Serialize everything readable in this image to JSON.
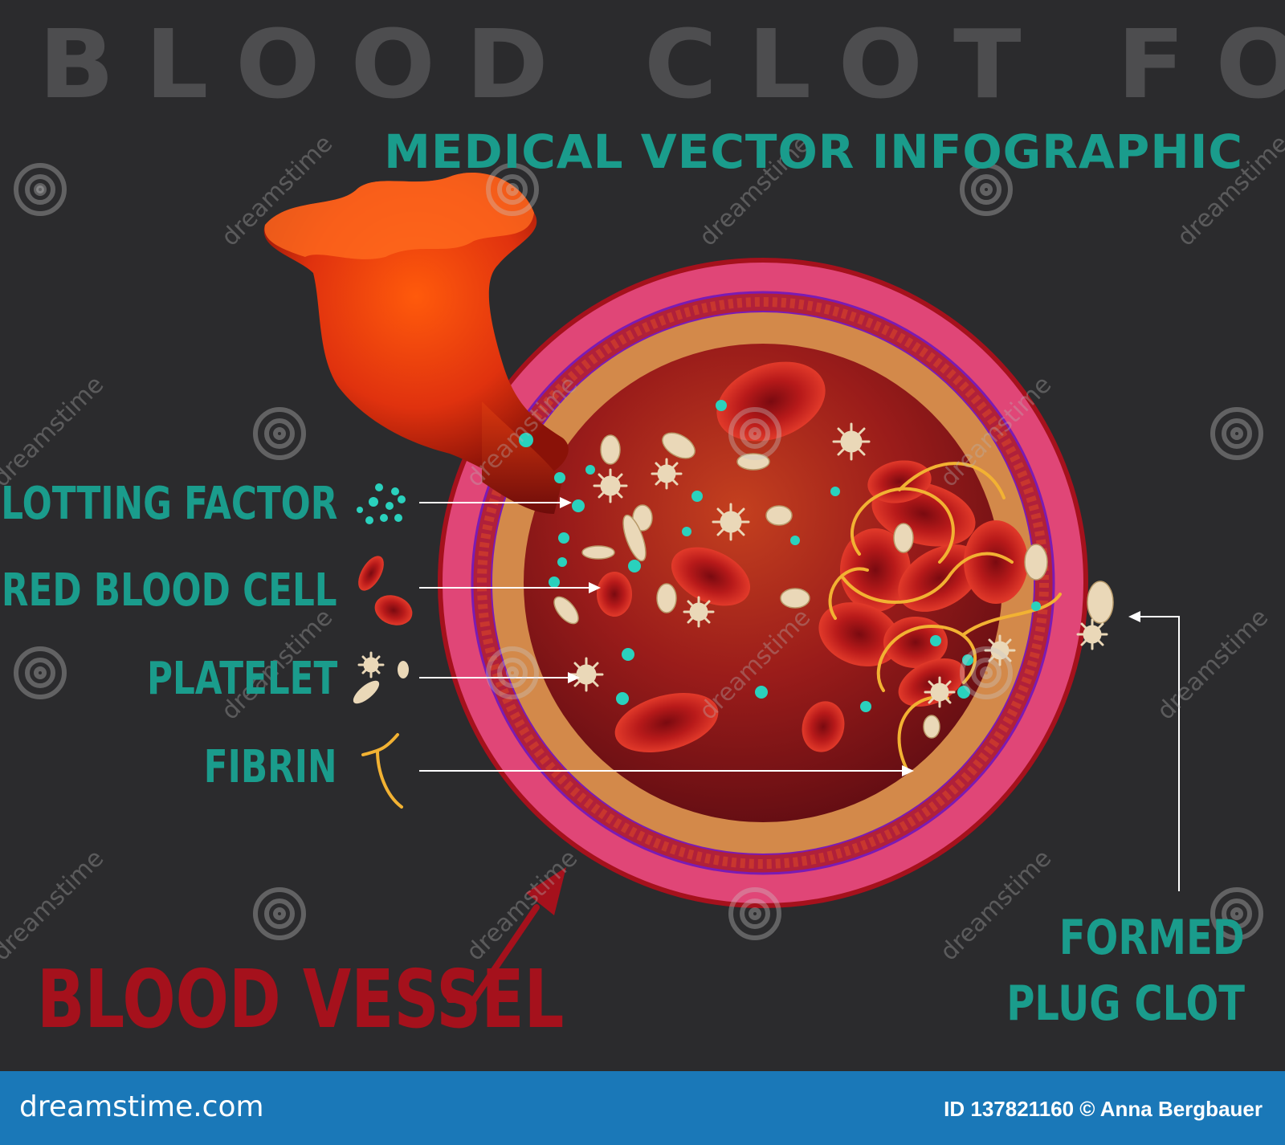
{
  "title": "BLOOD CLOT FORMATION",
  "subtitle": "MEDICAL VECTOR INFOGRAPHIC",
  "legend": {
    "clotting_factor": "CLOTTING FACTOR",
    "red_blood_cell": "RED BLOOD CELL",
    "platelet": "PLATELET",
    "fibrin": "FIBRIN"
  },
  "blood_vessel_label": "BLOOD VESSEL",
  "formed_plug_clot": {
    "line1": "FORMED",
    "line2": "PLUG CLOT"
  },
  "watermark_text": "dreamstime",
  "footer": {
    "brand": "dreamstime.com",
    "credit": "ID 137821160 © Anna Bergbauer"
  },
  "colors": {
    "background": "#2b2b2d",
    "title": "#4d4d4f",
    "teal": "#1a9c8c",
    "vessel_label": "#a5111c",
    "footer": "#1a78b8"
  }
}
